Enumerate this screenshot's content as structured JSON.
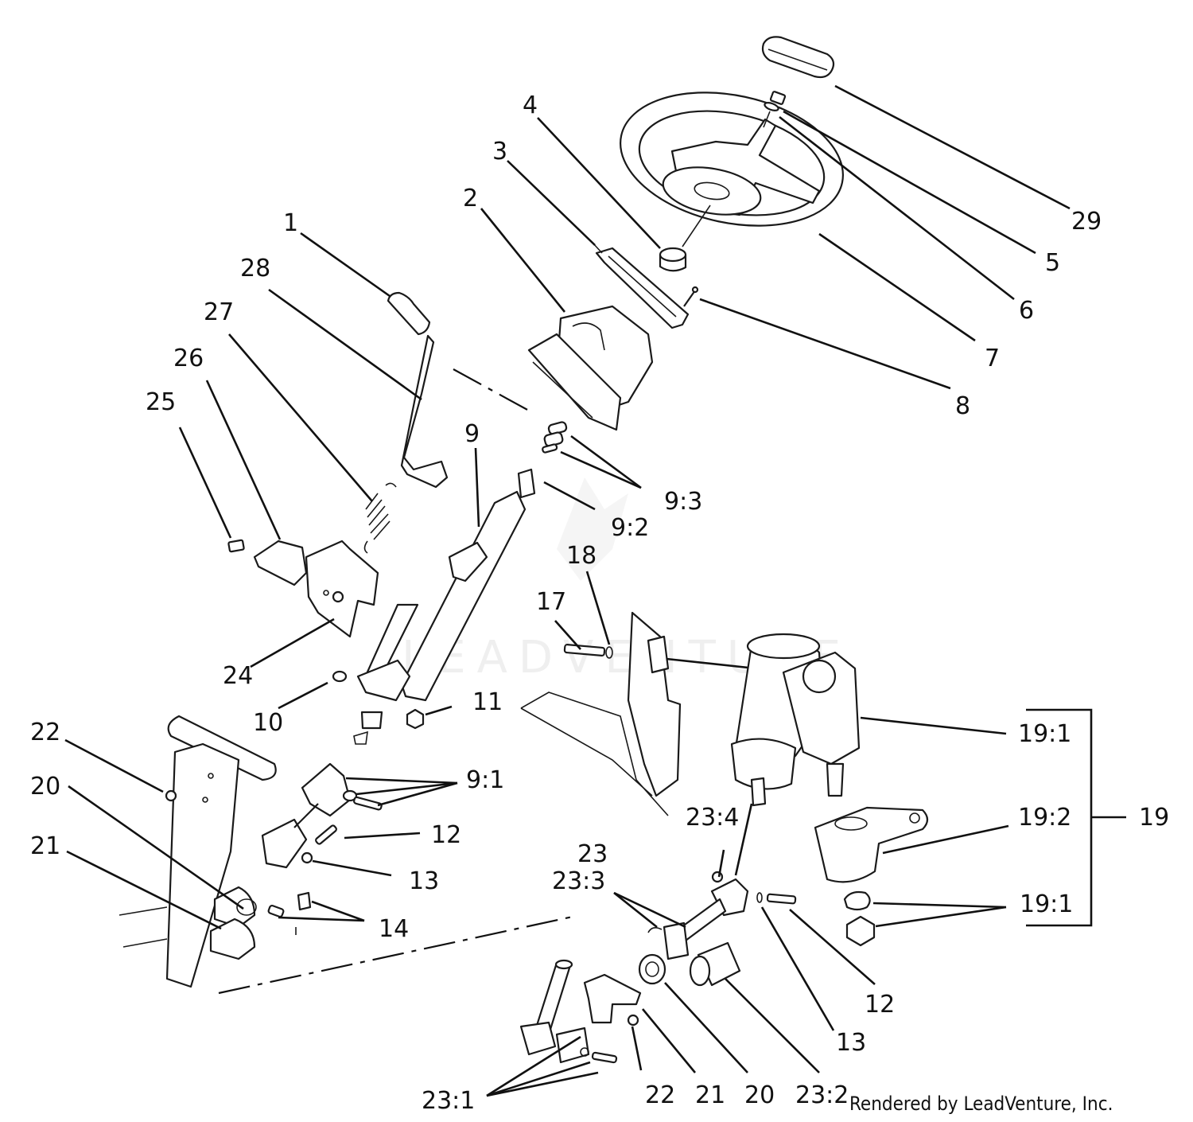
{
  "diagram": {
    "credit": "Rendered by LeadVenture, Inc.",
    "watermark": "LEADVENTURE",
    "callouts": {
      "c1": "1",
      "c2": "2",
      "c3": "3",
      "c4": "4",
      "c5": "5",
      "c6": "6",
      "c7": "7",
      "c8": "8",
      "c9": "9",
      "c9_3": "9:3",
      "c9_2": "9:2",
      "c18": "18",
      "c17": "17",
      "c10": "10",
      "c11": "11",
      "c9_1": "9:1",
      "c12a": "12",
      "c13a": "13",
      "c14": "14",
      "c19_1a": "19:1",
      "c19_2": "19:2",
      "c19": "19",
      "c19_1b": "19:1",
      "c23_4": "23:4",
      "c23": "23",
      "c23_3": "23:3",
      "c12b": "12",
      "c13b": "13",
      "c23_1": "23:1",
      "c22b": "22",
      "c21b": "21",
      "c20b": "20",
      "c23_2": "23:2",
      "c22a": "22",
      "c20a": "20",
      "c21a": "21",
      "c24": "24",
      "c25": "25",
      "c26": "26",
      "c27": "27",
      "c28": "28",
      "c29": "29"
    }
  }
}
